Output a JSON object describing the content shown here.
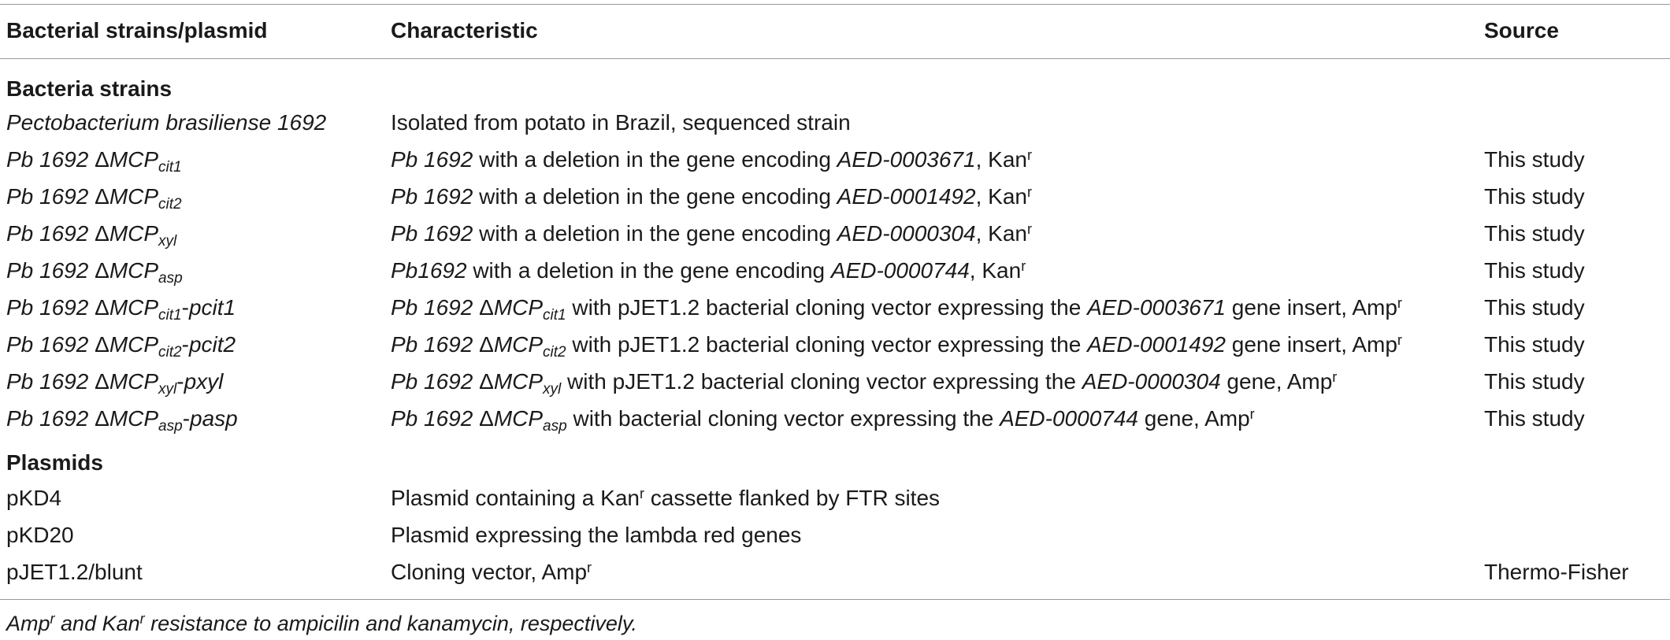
{
  "header": {
    "col1": "Bacterial strains/plasmid",
    "col2": "Characteristic",
    "col3": "Source"
  },
  "sections": {
    "bacteria": "Bacteria strains",
    "plasmids": "Plasmids"
  },
  "rows": [
    {
      "strain": [
        {
          "t": "Pectobacterium brasiliense 1692",
          "i": true
        }
      ],
      "characteristic": [
        {
          "t": "Isolated from potato in Brazil, sequenced strain"
        }
      ],
      "source": ""
    },
    {
      "strain": [
        {
          "t": "Pb 1692 ",
          "i": true
        },
        {
          "t": "Δ"
        },
        {
          "t": "MCP",
          "i": true
        },
        {
          "t": "cit1",
          "sub": true,
          "i": true
        }
      ],
      "characteristic": [
        {
          "t": "Pb 1692",
          "i": true
        },
        {
          "t": " with a deletion in the gene encoding "
        },
        {
          "t": "AED-0003671",
          "i": true
        },
        {
          "t": ", Kan"
        },
        {
          "t": "r",
          "sup": true
        }
      ],
      "source": "This study"
    },
    {
      "strain": [
        {
          "t": "Pb 1692 ",
          "i": true
        },
        {
          "t": "Δ"
        },
        {
          "t": "MCP",
          "i": true
        },
        {
          "t": "cit2",
          "sub": true,
          "i": true
        }
      ],
      "characteristic": [
        {
          "t": "Pb 1692",
          "i": true
        },
        {
          "t": " with a deletion in the gene encoding "
        },
        {
          "t": "AED-0001492",
          "i": true
        },
        {
          "t": ", Kan"
        },
        {
          "t": "r",
          "sup": true
        }
      ],
      "source": "This study"
    },
    {
      "strain": [
        {
          "t": "Pb 1692 ",
          "i": true
        },
        {
          "t": "Δ"
        },
        {
          "t": "MCP",
          "i": true
        },
        {
          "t": "xyl",
          "sub": true,
          "i": true
        }
      ],
      "characteristic": [
        {
          "t": "Pb 1692",
          "i": true
        },
        {
          "t": " with a deletion in the gene encoding "
        },
        {
          "t": "AED-0000304",
          "i": true
        },
        {
          "t": ", Kan"
        },
        {
          "t": "r",
          "sup": true
        }
      ],
      "source": "This study"
    },
    {
      "strain": [
        {
          "t": "Pb 1692 ",
          "i": true
        },
        {
          "t": "Δ"
        },
        {
          "t": "MCP",
          "i": true
        },
        {
          "t": "asp",
          "sub": true,
          "i": true
        }
      ],
      "characteristic": [
        {
          "t": "Pb1692",
          "i": true
        },
        {
          "t": " with a deletion in the gene encoding "
        },
        {
          "t": "AED-0000744",
          "i": true
        },
        {
          "t": ", Kan"
        },
        {
          "t": "r",
          "sup": true
        }
      ],
      "source": "This study"
    },
    {
      "strain": [
        {
          "t": "Pb 1692 ",
          "i": true
        },
        {
          "t": "Δ"
        },
        {
          "t": "MCP",
          "i": true
        },
        {
          "t": "cit1",
          "sub": true,
          "i": true
        },
        {
          "t": "-"
        },
        {
          "t": "pcit1",
          "i": true
        }
      ],
      "characteristic": [
        {
          "t": "Pb 1692 ",
          "i": true
        },
        {
          "t": "Δ"
        },
        {
          "t": "MCP",
          "i": true
        },
        {
          "t": "cit1",
          "sub": true,
          "i": true
        },
        {
          "t": " with pJET1.2 bacterial cloning vector expressing the "
        },
        {
          "t": "AED-0003671",
          "i": true
        },
        {
          "t": " gene insert, Amp"
        },
        {
          "t": "r",
          "sup": true
        }
      ],
      "source": "This study"
    },
    {
      "strain": [
        {
          "t": "Pb 1692 ",
          "i": true
        },
        {
          "t": "Δ"
        },
        {
          "t": "MCP",
          "i": true
        },
        {
          "t": "cit2",
          "sub": true,
          "i": true
        },
        {
          "t": "-"
        },
        {
          "t": "pcit2",
          "i": true
        }
      ],
      "characteristic": [
        {
          "t": "Pb 1692 ",
          "i": true
        },
        {
          "t": "Δ"
        },
        {
          "t": "MCP",
          "i": true
        },
        {
          "t": "cit2",
          "sub": true,
          "i": true
        },
        {
          "t": " with pJET1.2 bacterial cloning vector expressing the "
        },
        {
          "t": "AED-0001492",
          "i": true
        },
        {
          "t": " gene insert, Amp"
        },
        {
          "t": "r",
          "sup": true
        }
      ],
      "source": "This study"
    },
    {
      "strain": [
        {
          "t": "Pb 1692 ",
          "i": true
        },
        {
          "t": "Δ"
        },
        {
          "t": "MCP",
          "i": true
        },
        {
          "t": "xyl",
          "sub": true,
          "i": true
        },
        {
          "t": "-"
        },
        {
          "t": "pxyl",
          "i": true
        }
      ],
      "characteristic": [
        {
          "t": "Pb 1692 ",
          "i": true
        },
        {
          "t": "Δ"
        },
        {
          "t": "MCP",
          "i": true
        },
        {
          "t": "xyl",
          "sub": true,
          "i": true
        },
        {
          "t": " with pJET1.2 bacterial cloning vector expressing the "
        },
        {
          "t": "AED-0000304",
          "i": true
        },
        {
          "t": " gene, Amp"
        },
        {
          "t": "r",
          "sup": true
        }
      ],
      "source": "This study"
    },
    {
      "strain": [
        {
          "t": "Pb 1692 ",
          "i": true
        },
        {
          "t": "Δ"
        },
        {
          "t": "MCP",
          "i": true
        },
        {
          "t": "asp",
          "sub": true,
          "i": true
        },
        {
          "t": "-"
        },
        {
          "t": "pasp",
          "i": true
        }
      ],
      "characteristic": [
        {
          "t": "Pb 1692 ",
          "i": true
        },
        {
          "t": "Δ"
        },
        {
          "t": "MCP",
          "i": true
        },
        {
          "t": "asp",
          "sub": true,
          "i": true
        },
        {
          "t": " with bacterial cloning vector expressing the "
        },
        {
          "t": "AED-0000744",
          "i": true
        },
        {
          "t": " gene, Amp"
        },
        {
          "t": "r",
          "sup": true
        }
      ],
      "source": "This study"
    },
    {
      "strain": [
        {
          "t": "pKD4"
        }
      ],
      "characteristic": [
        {
          "t": "Plasmid containing a Kan"
        },
        {
          "t": "r",
          "sup": true
        },
        {
          "t": " cassette flanked by FTR sites"
        }
      ],
      "source": ""
    },
    {
      "strain": [
        {
          "t": "pKD20"
        }
      ],
      "characteristic": [
        {
          "t": "Plasmid expressing the lambda red genes"
        }
      ],
      "source": ""
    },
    {
      "strain": [
        {
          "t": "pJET1.2/blunt"
        }
      ],
      "characteristic": [
        {
          "t": "Cloning vector, Amp"
        },
        {
          "t": "r",
          "sup": true
        }
      ],
      "source": "Thermo-Fisher"
    }
  ],
  "footnote": [
    {
      "t": "Amp"
    },
    {
      "t": "r",
      "sup": true
    },
    {
      "t": " and Kan"
    },
    {
      "t": "r",
      "sup": true
    },
    {
      "t": " resistance to ampicilin and kanamycin, respectively."
    }
  ]
}
